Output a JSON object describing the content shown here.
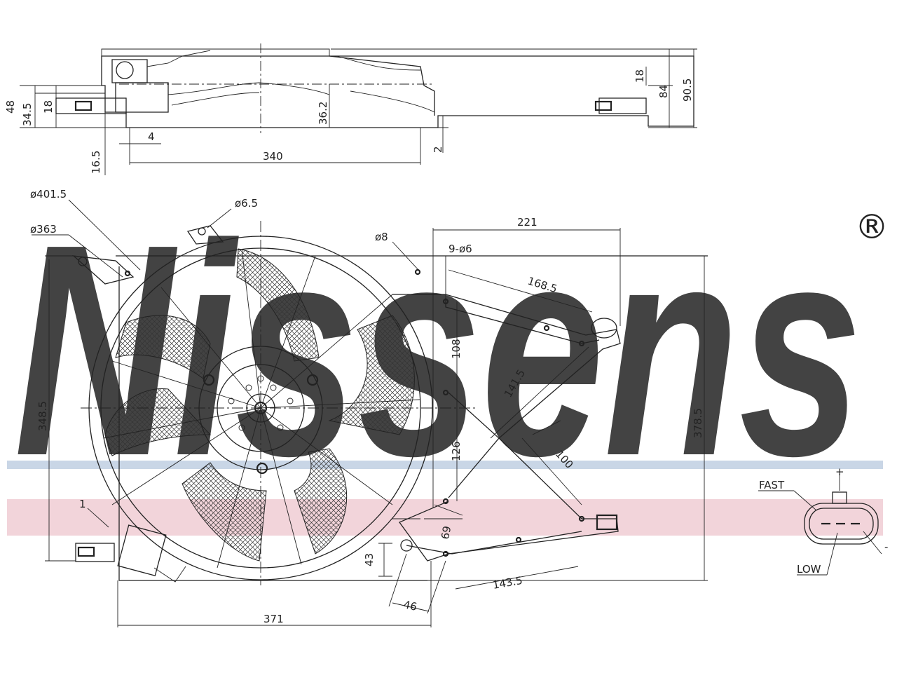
{
  "watermark": {
    "brand": "Nissens",
    "registered": "®",
    "color": "#c9d6e6",
    "band_blue": "#c9d6e6",
    "band_pink": "#f2d4da"
  },
  "side_view": {
    "dims": {
      "d48": "48",
      "d34_5": "34.5",
      "d18_left": "18",
      "d16_5": "16.5",
      "d4": "4",
      "d340": "340",
      "d36_2": "36.2",
      "d2": "2",
      "d18_right": "18",
      "d84": "84",
      "d90_5": "90.5"
    }
  },
  "front_view": {
    "dims": {
      "dia401_5": "ø401.5",
      "dia363": "ø363",
      "dia6_5": "ø6.5",
      "dia8": "ø8",
      "holes": "9-ø6",
      "d221": "221",
      "d168_5": "168.5",
      "d108": "108",
      "d141_5": "141.5",
      "d126": "126",
      "d100": "100",
      "d348_5": "348.5",
      "d378_5": "378.5",
      "d1": "1",
      "d43": "43",
      "d69": "69",
      "d143_5": "143.5",
      "d46": "46",
      "d371": "371"
    }
  },
  "connector": {
    "fast": "FAST",
    "low": "LOW",
    "top_pin": "+",
    "right_pin": "-"
  }
}
